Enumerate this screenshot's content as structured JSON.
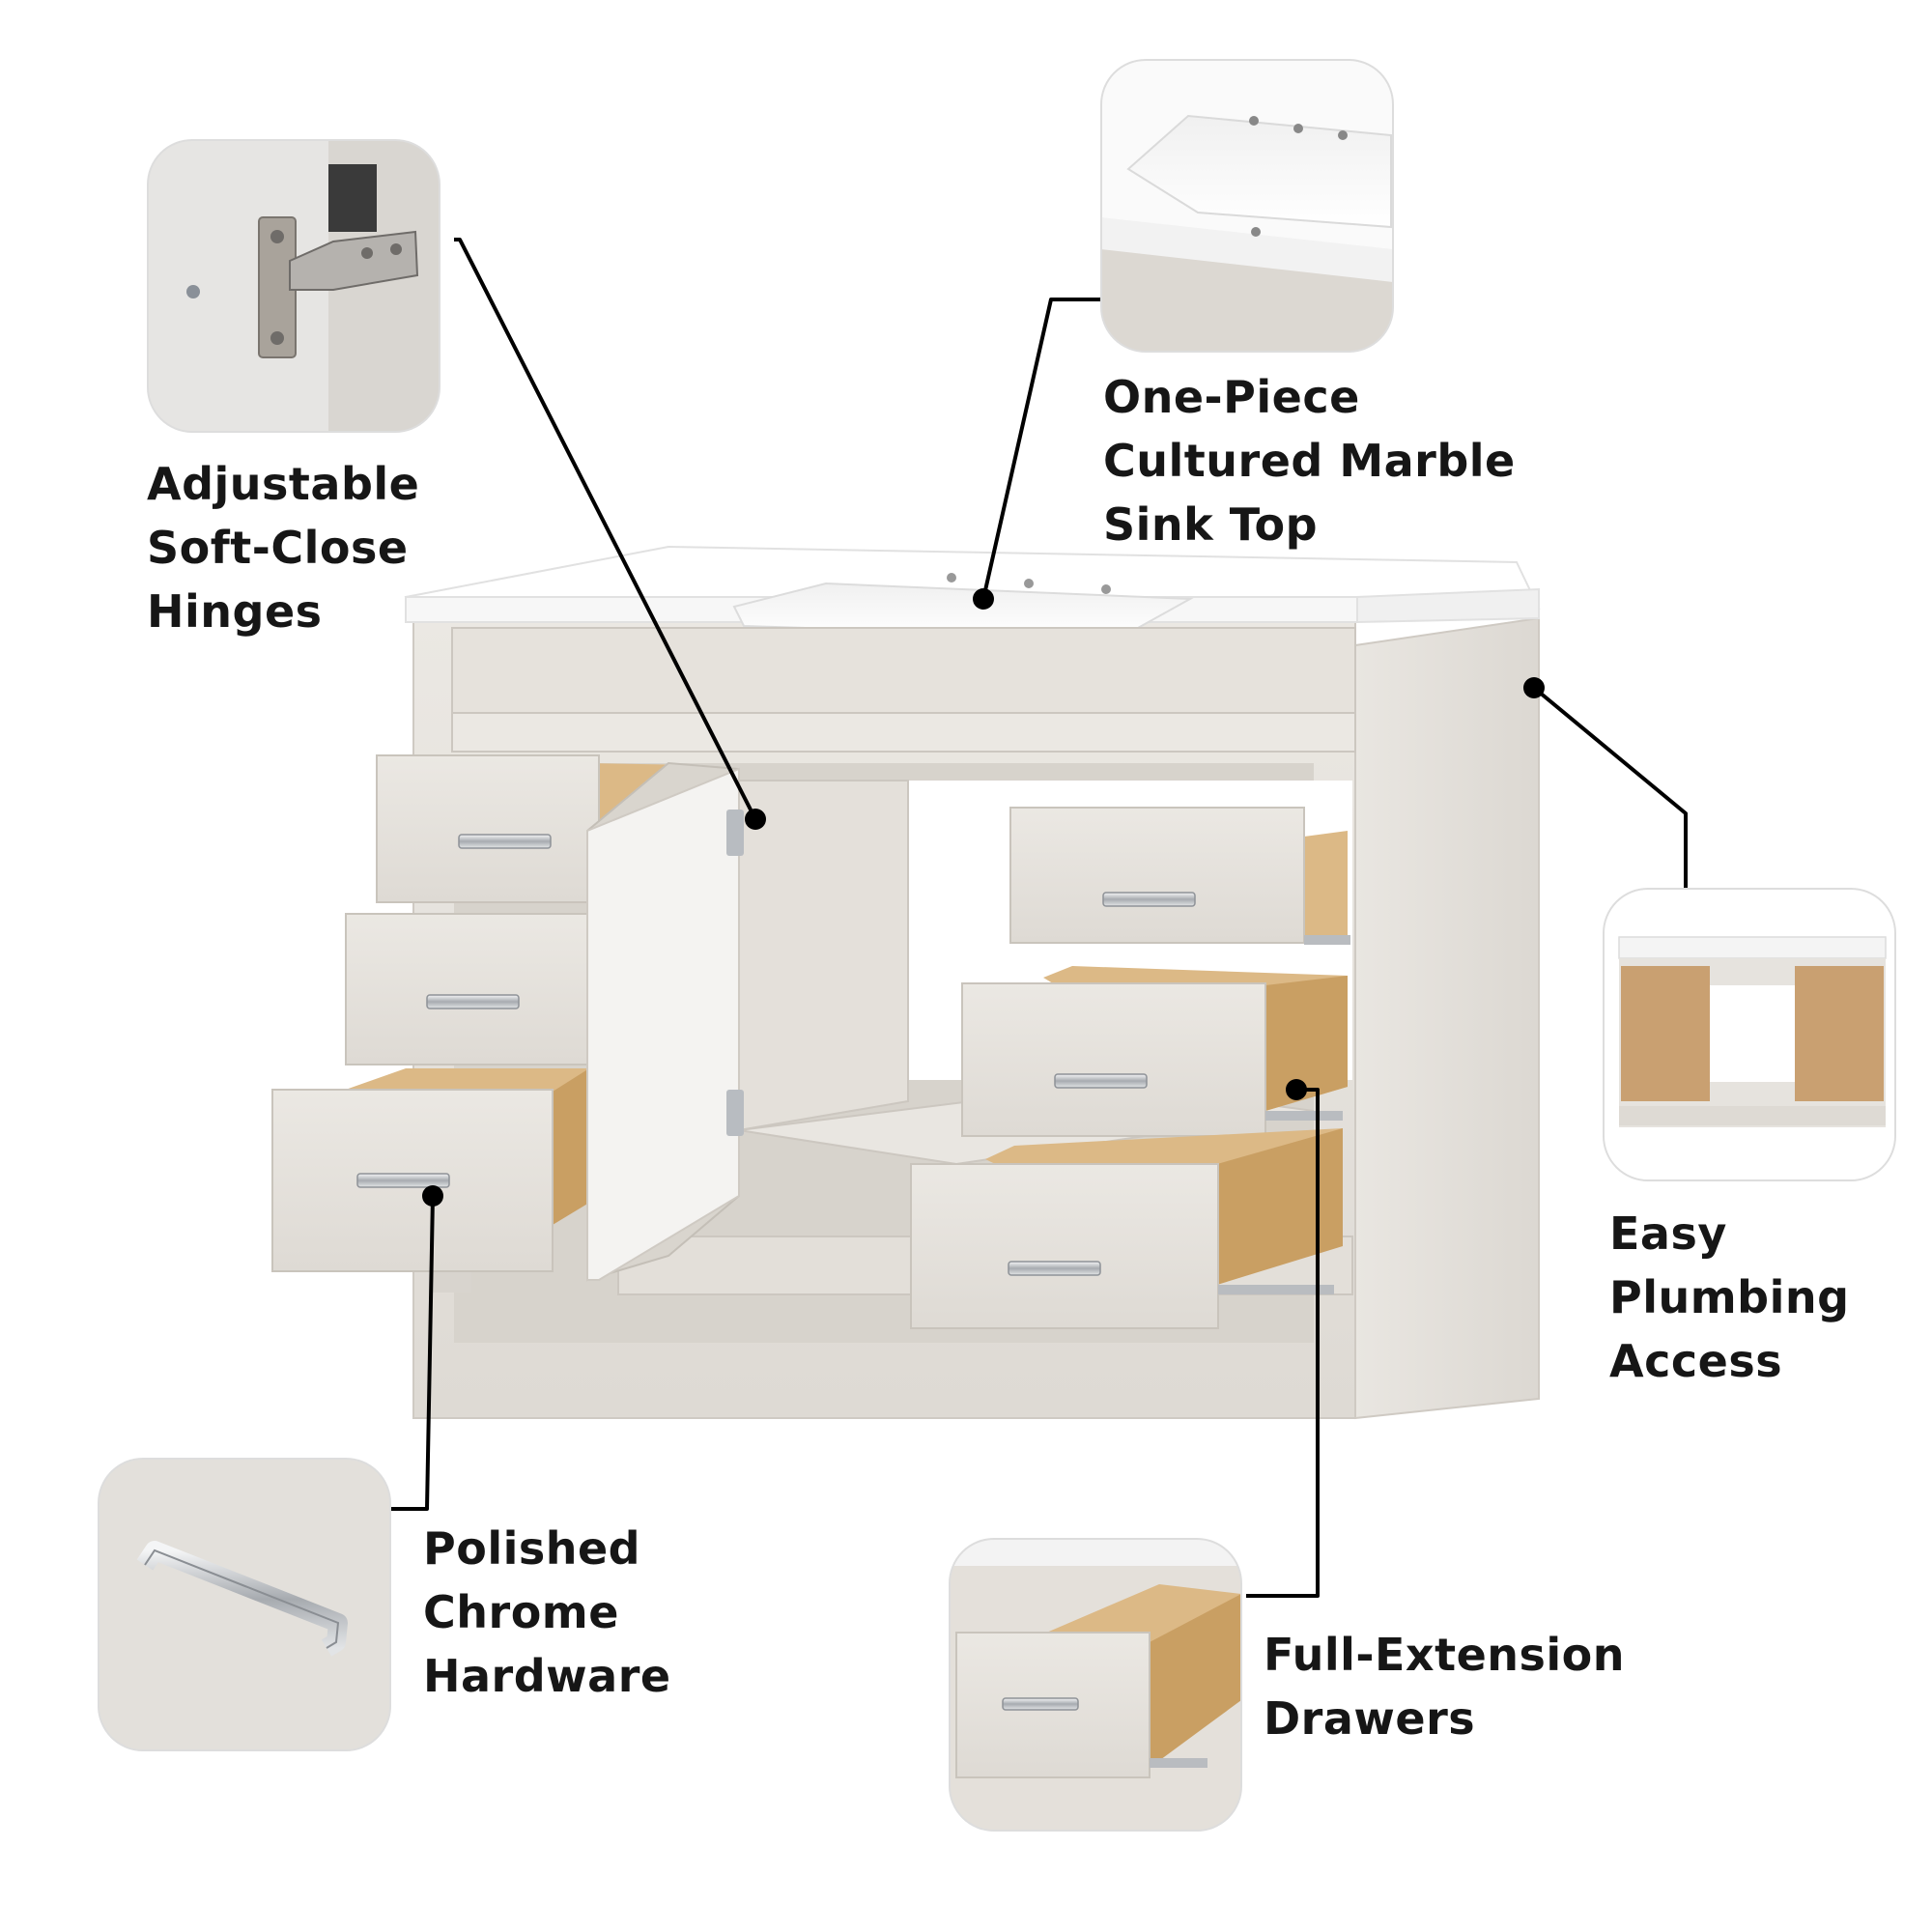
{
  "colors": {
    "callout_line": "#000000",
    "cabinet_wood": "#e7e4df",
    "drawer_interior": "#dcb986",
    "countertop": "#ffffff",
    "chrome": "#b9bcc0",
    "label_text": "#161616"
  },
  "callouts": {
    "hinges": {
      "lines": [
        "Adjustable",
        "Soft-Close",
        "Hinges"
      ],
      "icon": "soft-close-hinge-icon"
    },
    "sink_top": {
      "lines": [
        "One-Piece",
        "Cultured Marble",
        "Sink Top"
      ],
      "icon": "marble-sink-icon"
    },
    "plumbing": {
      "lines": [
        "Easy",
        "Plumbing",
        "Access"
      ],
      "icon": "open-back-cabinet-icon"
    },
    "hardware": {
      "lines": [
        "Polished",
        "Chrome",
        "Hardware"
      ],
      "icon": "chrome-pull-handle-icon"
    },
    "drawers": {
      "lines": [
        "Full-Extension",
        "Drawers"
      ],
      "icon": "extended-drawer-icon"
    }
  }
}
